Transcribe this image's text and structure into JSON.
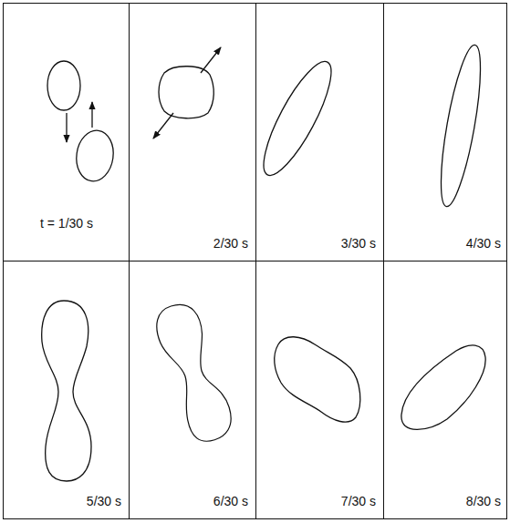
{
  "diagram": {
    "nodes": [
      {
        "text": [
          "t = 1/30 s"
        ]
      },
      {
        "text": [
          "2/30 s"
        ]
      },
      {
        "text": [
          "3/30 s"
        ]
      },
      {
        "text": [
          "4/30 s"
        ]
      },
      {
        "text": [
          "5/30 s"
        ]
      },
      {
        "text": [
          "6/30 s"
        ]
      },
      {
        "text": [
          "7/30 s"
        ]
      },
      {
        "text": [
          "8/30 s"
        ]
      }
    ]
  }
}
